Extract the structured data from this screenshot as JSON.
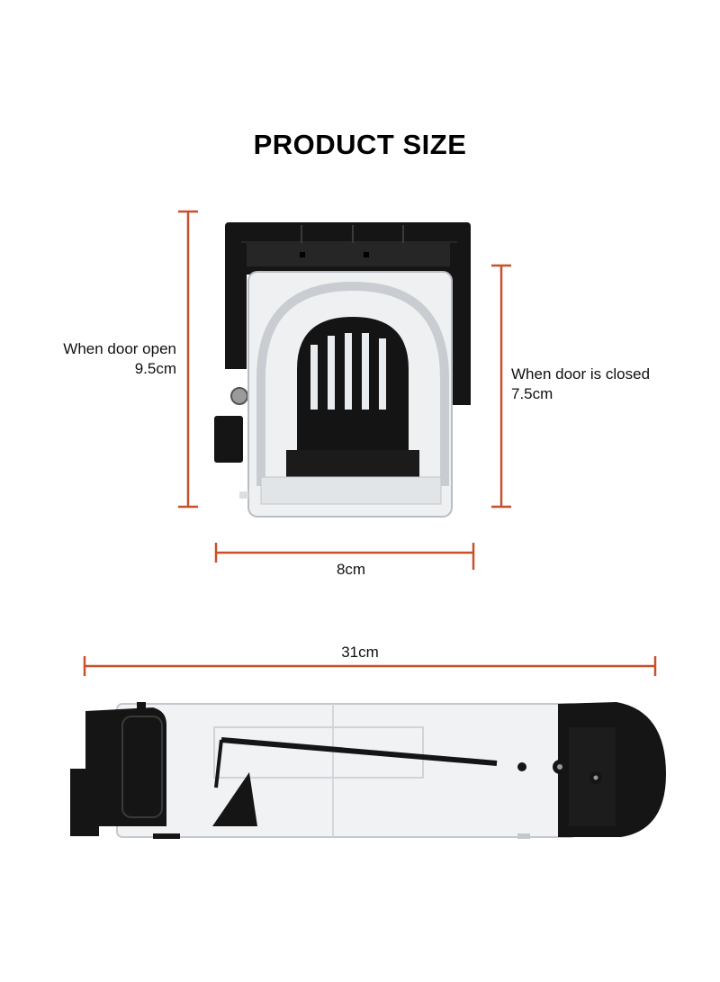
{
  "title": "PRODUCT SIZE",
  "colors": {
    "dimension_line": "#c8502a",
    "trap_black": "#151515",
    "trap_clear": "#e9ecef",
    "background": "#ffffff"
  },
  "dimensions": {
    "door_open": {
      "label": "When door open",
      "value": "9.5cm"
    },
    "door_closed": {
      "label": "When door is closed",
      "value": "7.5cm"
    },
    "width": {
      "value": "8cm"
    },
    "length": {
      "value": "31cm"
    }
  }
}
